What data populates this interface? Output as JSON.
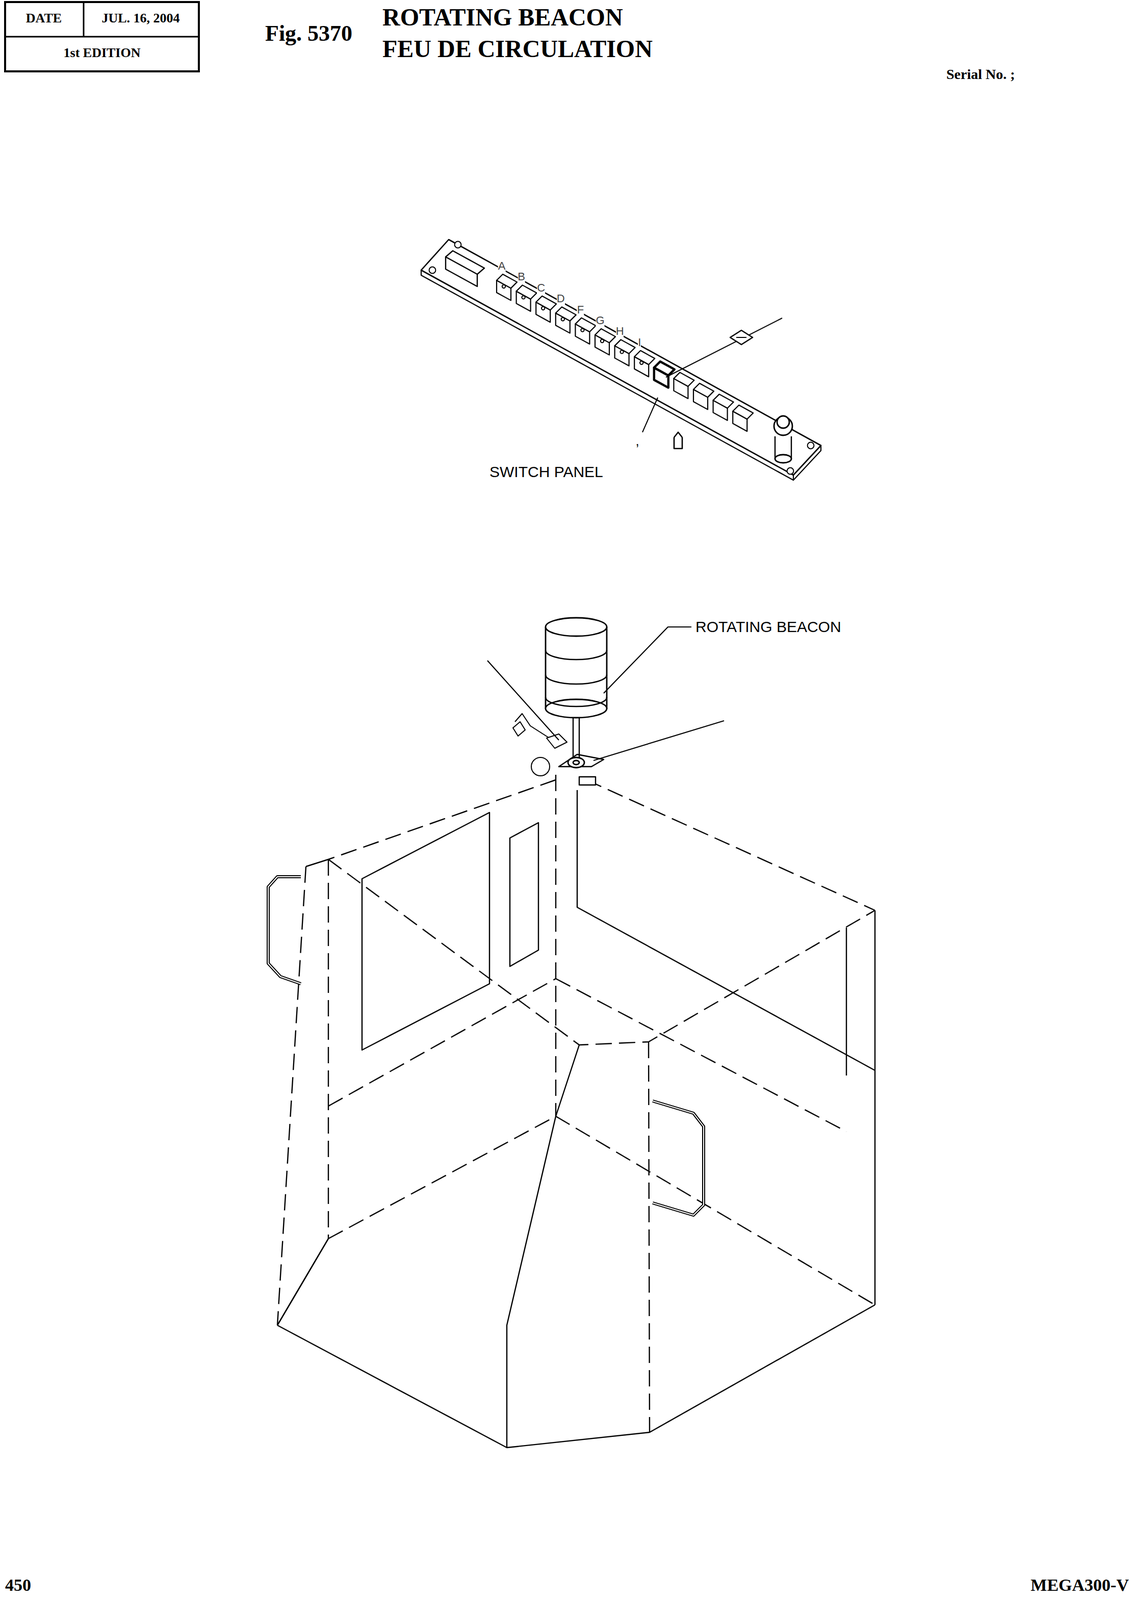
{
  "diagram": {
    "title": "ROTATING BEACON",
    "labels": [
      "DATE",
      "JUL. 16, 2004",
      "1st EDITION",
      "Fig. 5370",
      "FEU DE CIRCULATION",
      "Serial No. ;",
      "SWITCH PANEL",
      "ROTATING BEACON",
      "450",
      "MEGA300-V",
      "A",
      "B",
      "C",
      "D",
      "F",
      "G",
      "H",
      "I",
      ","
    ]
  }
}
